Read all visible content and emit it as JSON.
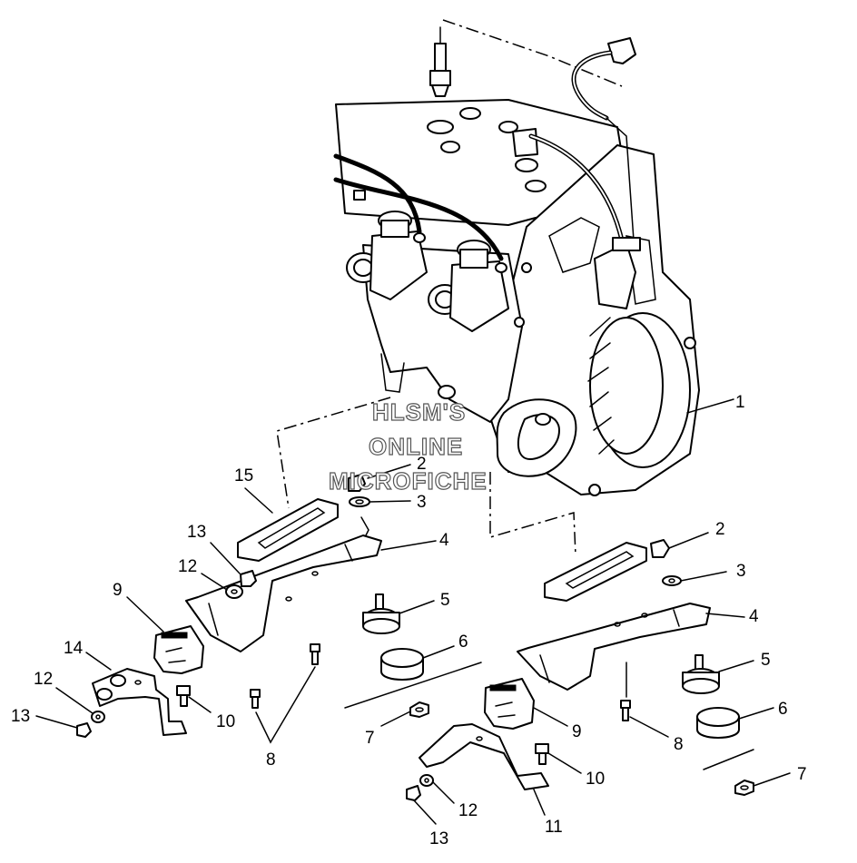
{
  "watermark": {
    "line1": "HLSM'S",
    "line2": "ONLINE",
    "line3": "MICROFICHE"
  },
  "callouts": [
    {
      "id": "c1",
      "label": "1"
    },
    {
      "id": "c2a",
      "label": "2"
    },
    {
      "id": "c3a",
      "label": "3"
    },
    {
      "id": "c15",
      "label": "15"
    },
    {
      "id": "c4a",
      "label": "4"
    },
    {
      "id": "c13a",
      "label": "13"
    },
    {
      "id": "c12a",
      "label": "12"
    },
    {
      "id": "c9a",
      "label": "9"
    },
    {
      "id": "c5a",
      "label": "5"
    },
    {
      "id": "c6a",
      "label": "6"
    },
    {
      "id": "c14",
      "label": "14"
    },
    {
      "id": "c12b",
      "label": "12"
    },
    {
      "id": "c13b",
      "label": "13"
    },
    {
      "id": "c10a",
      "label": "10"
    },
    {
      "id": "c8a",
      "label": "8"
    },
    {
      "id": "c7a",
      "label": "7"
    },
    {
      "id": "c2b",
      "label": "2"
    },
    {
      "id": "c3b",
      "label": "3"
    },
    {
      "id": "c4b",
      "label": "4"
    },
    {
      "id": "c5b",
      "label": "5"
    },
    {
      "id": "c6b",
      "label": "6"
    },
    {
      "id": "c9b",
      "label": "9"
    },
    {
      "id": "c8b",
      "label": "8"
    },
    {
      "id": "c10b",
      "label": "10"
    },
    {
      "id": "c7b",
      "label": "7"
    },
    {
      "id": "c12c",
      "label": "12"
    },
    {
      "id": "c11",
      "label": "11"
    },
    {
      "id": "c13c",
      "label": "13"
    }
  ]
}
